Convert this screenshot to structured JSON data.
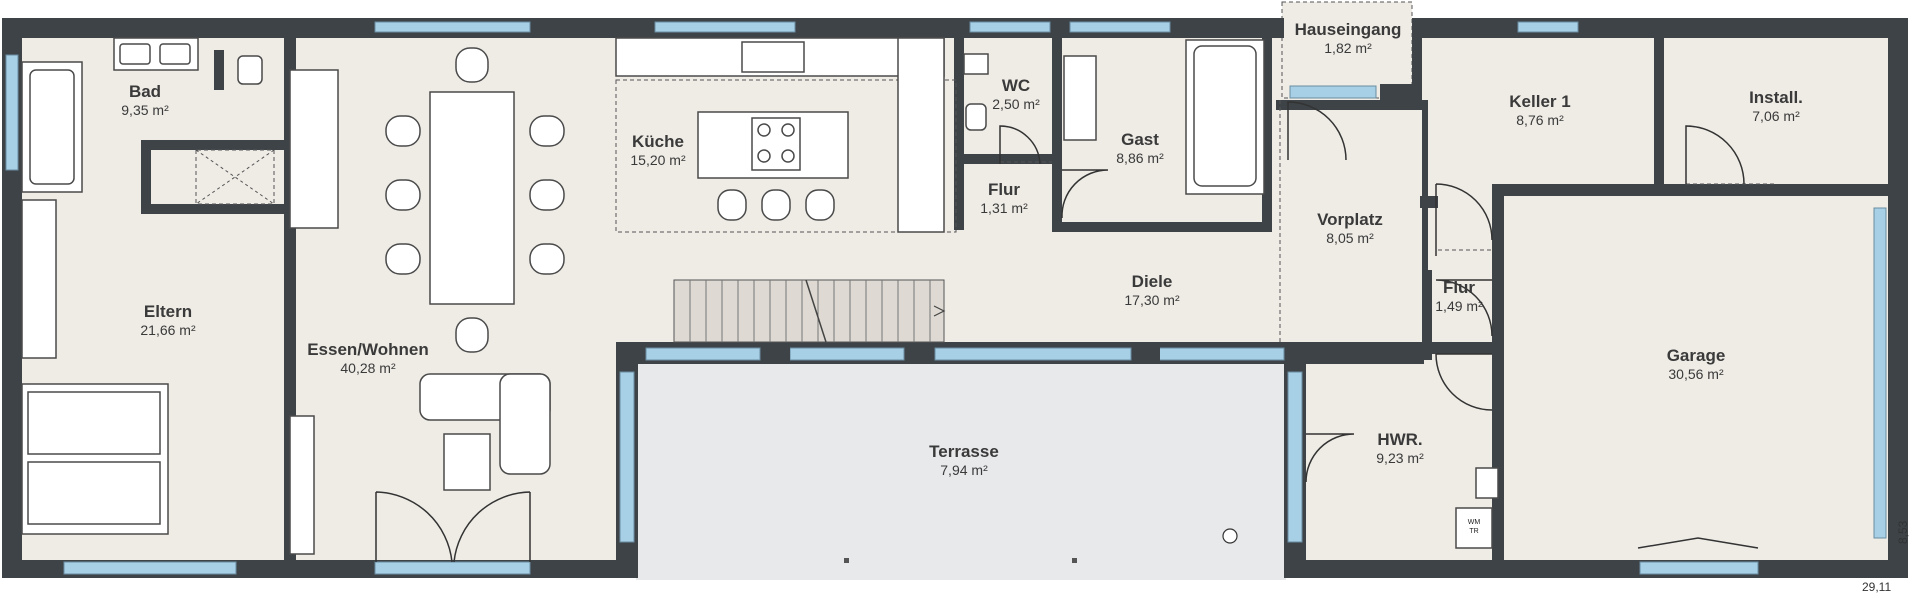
{
  "rooms": [
    {
      "id": "bad",
      "name": "Bad",
      "area": "9,35 m²"
    },
    {
      "id": "kueche",
      "name": "Küche",
      "area": "15,20 m²"
    },
    {
      "id": "wc",
      "name": "WC",
      "area": "2,50 m²"
    },
    {
      "id": "gast",
      "name": "Gast",
      "area": "8,86 m²"
    },
    {
      "id": "flur1",
      "name": "Flur",
      "area": "1,31 m²"
    },
    {
      "id": "hauseingang",
      "name": "Hauseingang",
      "area": "1,82 m²"
    },
    {
      "id": "keller",
      "name": "Keller 1",
      "area": "8,76 m²"
    },
    {
      "id": "install",
      "name": "Install.",
      "area": "7,06 m²"
    },
    {
      "id": "vorplatz",
      "name": "Vorplatz",
      "area": "8,05 m²"
    },
    {
      "id": "diele",
      "name": "Diele",
      "area": "17,30 m²"
    },
    {
      "id": "flur2",
      "name": "Flur",
      "area": "1,49 m²"
    },
    {
      "id": "eltern",
      "name": "Eltern",
      "area": "21,66 m²"
    },
    {
      "id": "essen",
      "name": "Essen/Wohnen",
      "area": "40,28 m²"
    },
    {
      "id": "garage",
      "name": "Garage",
      "area": "30,56 m²"
    },
    {
      "id": "terrasse",
      "name": "Terrasse",
      "area": "7,94 m²"
    },
    {
      "id": "hwr",
      "name": "HWR.",
      "area": "9,23 m²"
    }
  ],
  "dimensions": {
    "width": "29,11",
    "depth": "8,53"
  },
  "appliance_label": {
    "line1": "WM",
    "line2": "TR"
  },
  "colors": {
    "wall": "#3d4347",
    "floor": "#efece6",
    "window": "#a7cfe6",
    "terrace": "#e8e9eb",
    "furniture": "#ffffff",
    "stroke": "#4a4a4a"
  }
}
